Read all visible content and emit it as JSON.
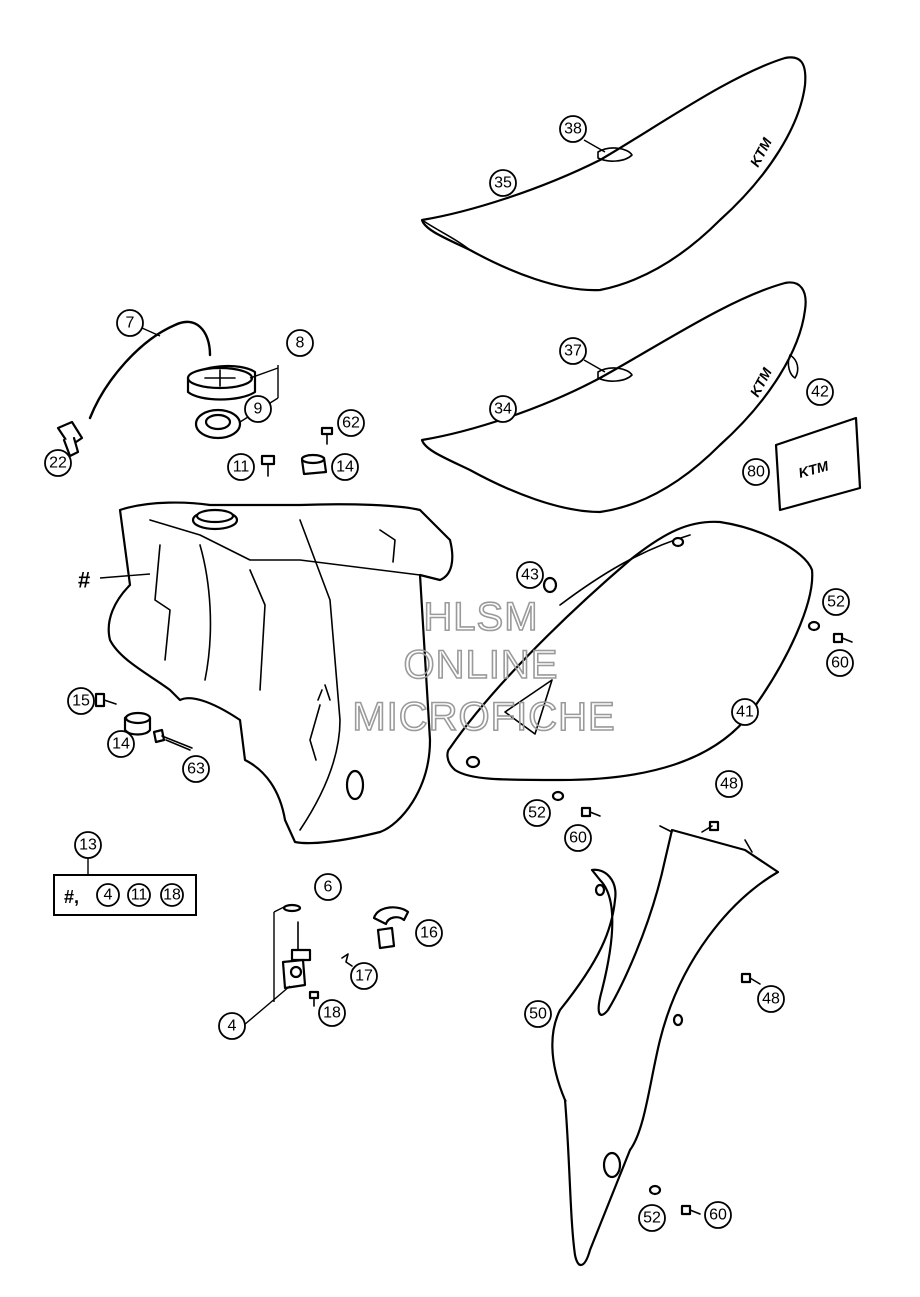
{
  "watermark": {
    "line1": "HLSM",
    "line2": "ONLINE",
    "line3": "MICROFICHE"
  },
  "logos": {
    "seat_upper": "KTM",
    "seat_lower": "KTM",
    "decal": "KTM"
  },
  "tank_label": "#",
  "kit": {
    "callout": "13",
    "prefix": "#,",
    "items": [
      "4",
      "11",
      "18"
    ]
  },
  "callouts": {
    "c38": "38",
    "c35": "35",
    "c37": "37",
    "c34": "34",
    "c42": "42",
    "c80": "80",
    "c7": "7",
    "c8": "8",
    "c9": "9",
    "c62": "62",
    "c22": "22",
    "c11": "11",
    "c14a": "14",
    "c43": "43",
    "c52a": "52",
    "c60a": "60",
    "c41": "41",
    "c15": "15",
    "c14b": "14",
    "c63": "63",
    "c48a": "48",
    "c52b": "52",
    "c60b": "60",
    "c6": "6",
    "c16": "16",
    "c17": "17",
    "c4": "4",
    "c18": "18",
    "c48b": "48",
    "c50": "50",
    "c52c": "52",
    "c60c": "60"
  }
}
